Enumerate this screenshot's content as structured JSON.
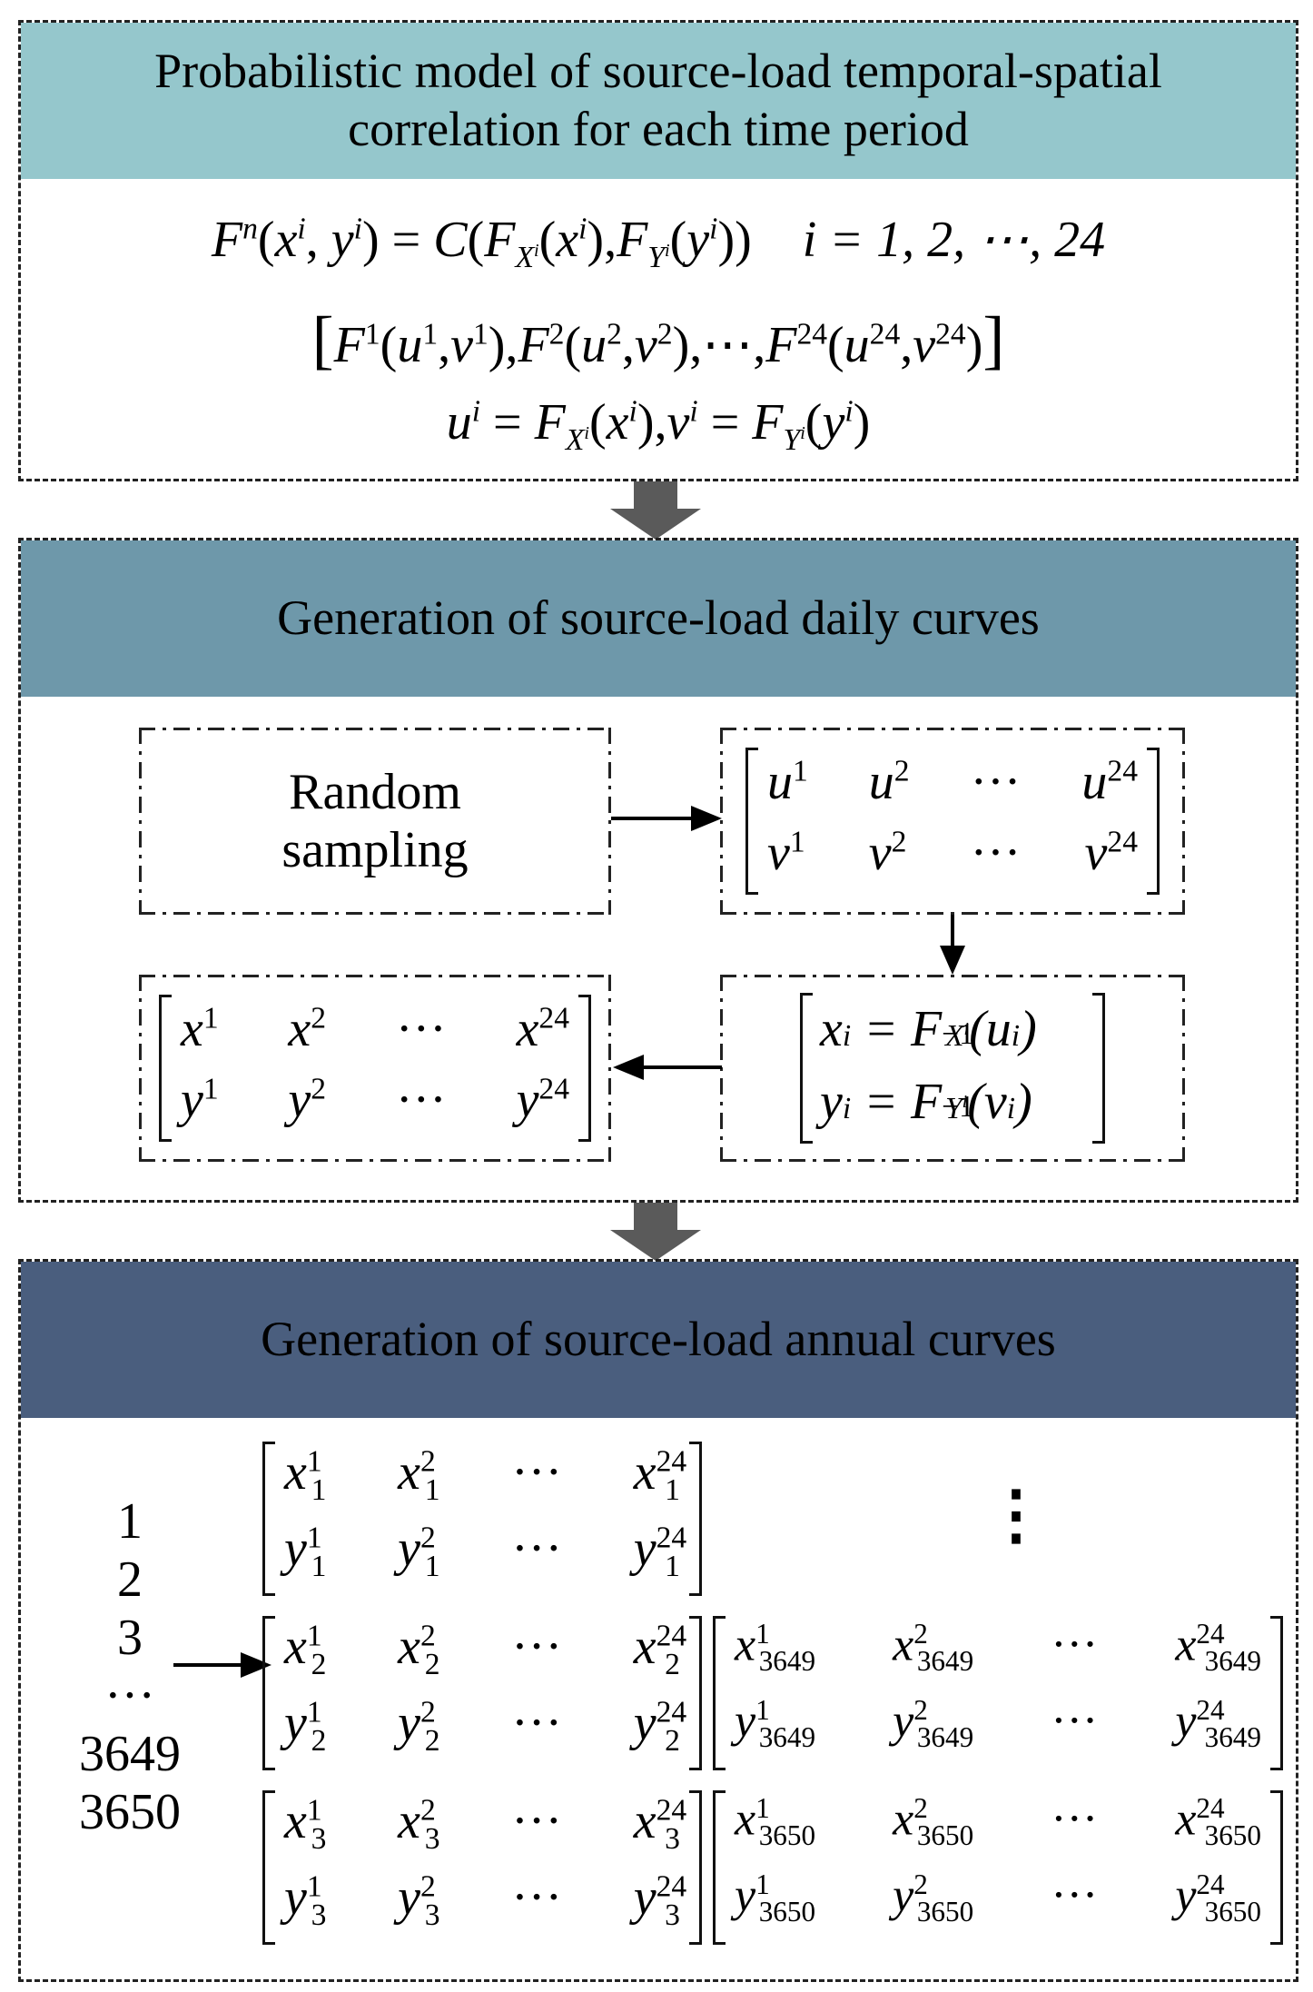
{
  "panel1": {
    "title_line1": "Probabilistic model of source-load temporal-spatial",
    "title_line2": "correlation for each time period",
    "header_color": "#95c7cc",
    "eq1": "i = 1, 2, ⋯, 24"
  },
  "panel2": {
    "title": "Generation of source-load daily curves",
    "header_color": "#6e98aa",
    "random_line1": "Random",
    "random_line2": "sampling"
  },
  "panel3": {
    "title": "Generation of source-load annual curves",
    "header_color": "#4a5e7e",
    "day_list": [
      "1",
      "2",
      "3",
      "···",
      "3649",
      "3650"
    ],
    "vdots": "⋮"
  },
  "colors": {
    "connector": "#5a5a5a",
    "border": "#222222"
  }
}
